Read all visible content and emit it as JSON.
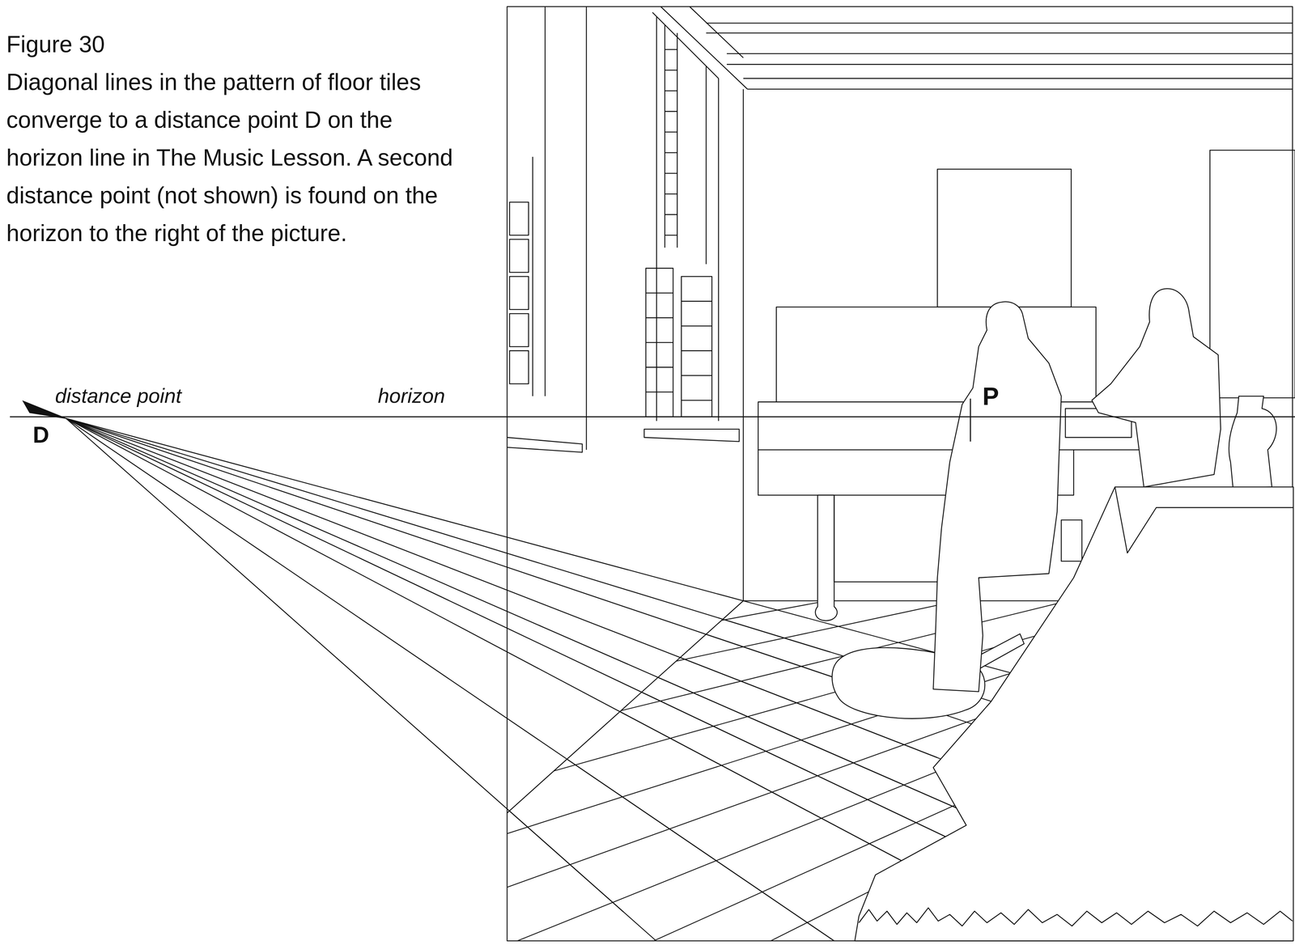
{
  "diagram": {
    "title": "Figure 30",
    "caption": "Diagonal lines in the pattern of floor tiles converge to a distance point D on the horizon line in The Music Lesson. A second distance point (not shown) is found on the horizon to the right of the picture.",
    "labels": [
      "distance point",
      "horizon",
      "D",
      "P"
    ]
  }
}
